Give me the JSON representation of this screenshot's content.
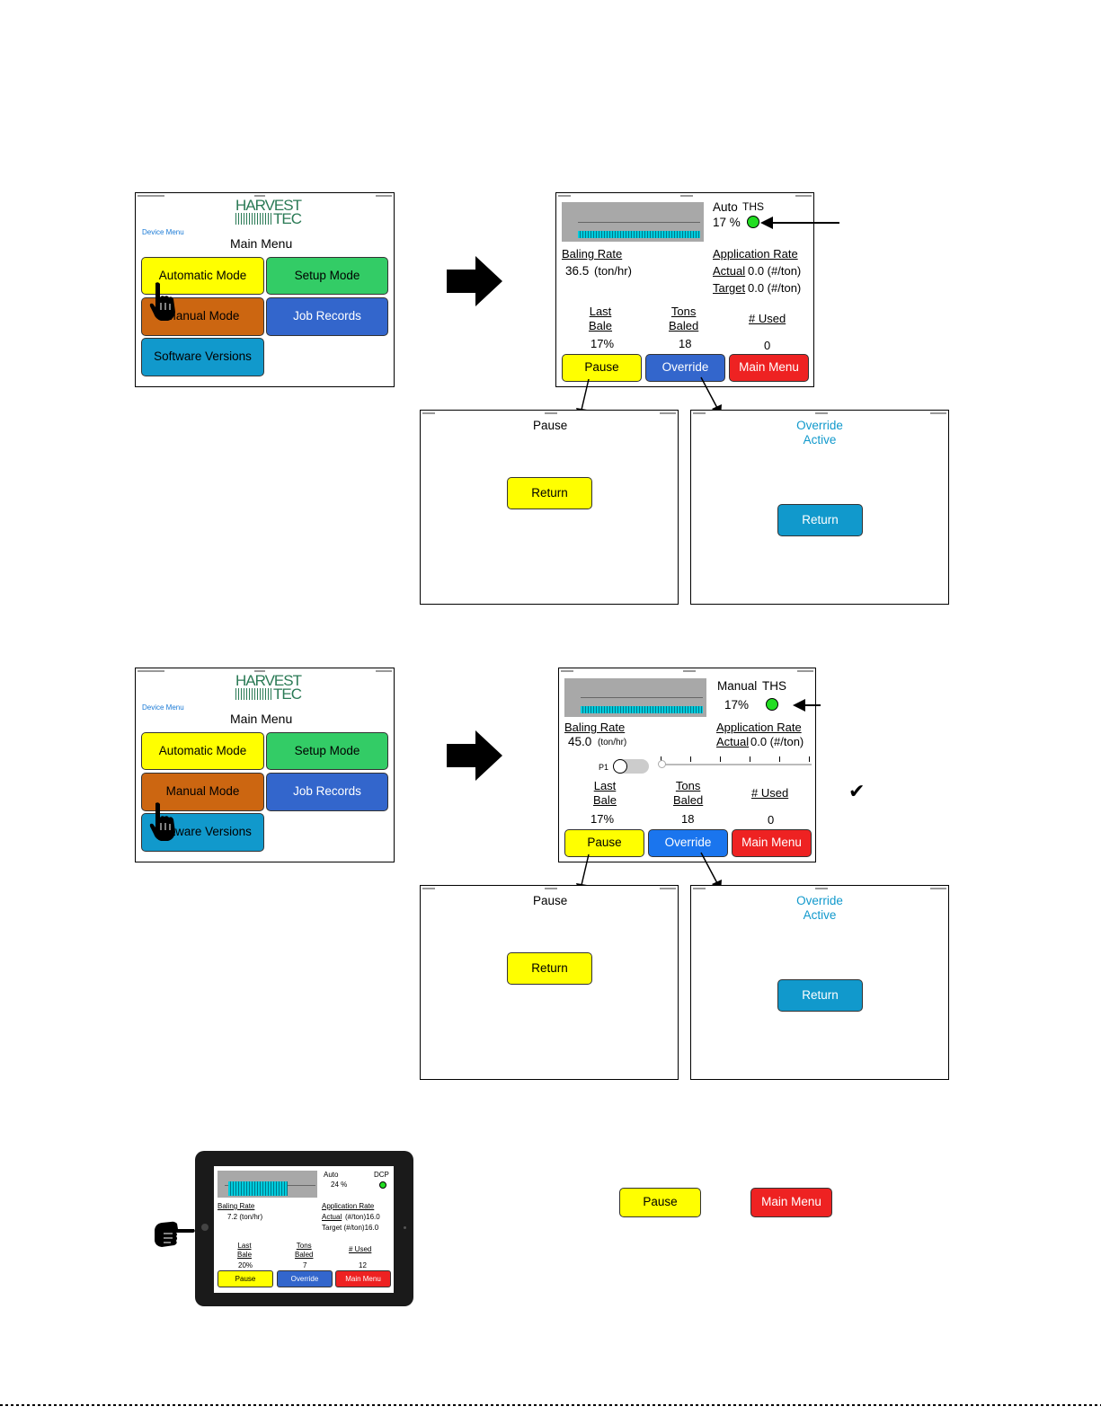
{
  "main_menu": {
    "logo_top": "HARVEST",
    "logo_bottom": "TEC",
    "device_menu": "Device Menu",
    "title": "Main Menu",
    "buttons": {
      "automatic": "Automatic Mode",
      "setup": "Setup Mode",
      "manual": "Manual Mode",
      "job_records": "Job Records",
      "software": "Software Versions"
    }
  },
  "auto_screen": {
    "mode": "Auto",
    "sensor": "THS",
    "moisture": "17 %",
    "baling_rate_label": "Baling Rate",
    "baling_rate_value": "36.5",
    "baling_rate_unit": "(ton/hr)",
    "app_rate_label": "Application Rate",
    "actual_label": "Actual",
    "actual_value": "0.0 (#/ton)",
    "target_label": "Target",
    "target_value": "0.0 (#/ton)",
    "last_bale_label_1": "Last",
    "last_bale_label_2": "Bale",
    "tons_label_1": "Tons",
    "tons_label_2": "Baled",
    "used_label": "# Used",
    "last_bale_value": "17%",
    "tons_value": "18",
    "used_value": "0",
    "pause": "Pause",
    "override": "Override",
    "main_menu": "Main Menu"
  },
  "manual_screen": {
    "mode": "Manual",
    "sensor": "THS",
    "moisture": "17%",
    "baling_rate_label": "Baling Rate",
    "baling_rate_value": "45.0",
    "baling_rate_unit": "(ton/hr)",
    "app_rate_label": "Application Rate",
    "actual_label": "Actual",
    "actual_value": "0.0 (#/ton)",
    "p1_label": "P1",
    "last_bale_label_1": "Last",
    "last_bale_label_2": "Bale",
    "tons_label_1": "Tons",
    "tons_label_2": "Baled",
    "used_label": "# Used",
    "last_bale_value": "17%",
    "tons_value": "18",
    "used_value": "0",
    "pause": "Pause",
    "override": "Override",
    "main_menu": "Main Menu",
    "checkmark": "✔"
  },
  "pause_screen": {
    "title": "Pause",
    "return": "Return"
  },
  "override_screen": {
    "title_1": "Override",
    "title_2": "Active",
    "return": "Return"
  },
  "tablet_screen": {
    "mode": "Auto",
    "sensor": "DCP",
    "moisture": "24 %",
    "baling_rate_label": "Baling Rate",
    "baling_rate_value": "7.2 (ton/hr)",
    "app_rate_label": "Application Rate",
    "actual_label": "Actual",
    "actual_value": "(#/ton)16.0",
    "target_value": "Target (#/ton)16.0",
    "last_bale_label_1": "Last",
    "last_bale_label_2": "Bale",
    "tons_label_1": "Tons",
    "tons_label_2": "Baled",
    "used_label": "# Used",
    "last_bale_value": "20%",
    "tons_value": "7",
    "used_value": "12",
    "pause": "Pause",
    "override": "Override",
    "main_menu": "Main Menu"
  },
  "legend_buttons": {
    "pause": "Pause",
    "main_menu": "Main Menu"
  }
}
